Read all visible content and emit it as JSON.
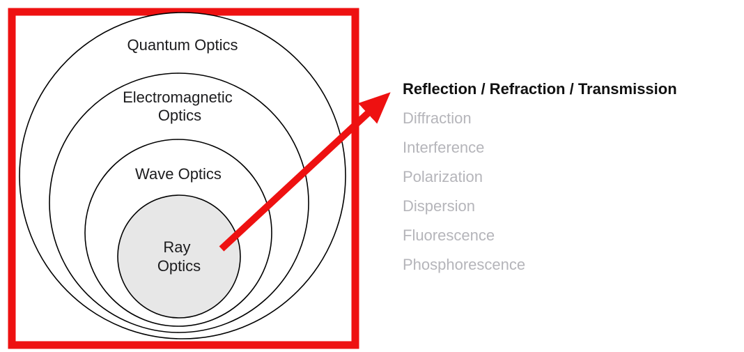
{
  "diagram": {
    "rings": [
      {
        "name": "quantum-optics",
        "label_line1": "Quantum Optics",
        "label_line2": ""
      },
      {
        "name": "electromagnetic-optics",
        "label_line1": "Electromagnetic",
        "label_line2": "Optics"
      },
      {
        "name": "wave-optics",
        "label_line1": "Wave Optics",
        "label_line2": ""
      },
      {
        "name": "ray-optics",
        "label_line1": "Ray",
        "label_line2": "Optics"
      }
    ],
    "colors": {
      "frame_red": "#ee1111",
      "arrow_red": "#ee1111",
      "ring_stroke": "#000000",
      "ray_optics_fill": "#e7e7e7",
      "label_color": "#1c1c1e"
    }
  },
  "phenomena": {
    "highlighted": "Reflection / Refraction / Transmission",
    "muted_items": [
      "Diffraction",
      "Interference",
      "Polarization",
      "Dispersion",
      "Fluorescence",
      "Phosphorescence"
    ],
    "highlight_color": "#111111",
    "muted_color": "#b5b5ba"
  }
}
